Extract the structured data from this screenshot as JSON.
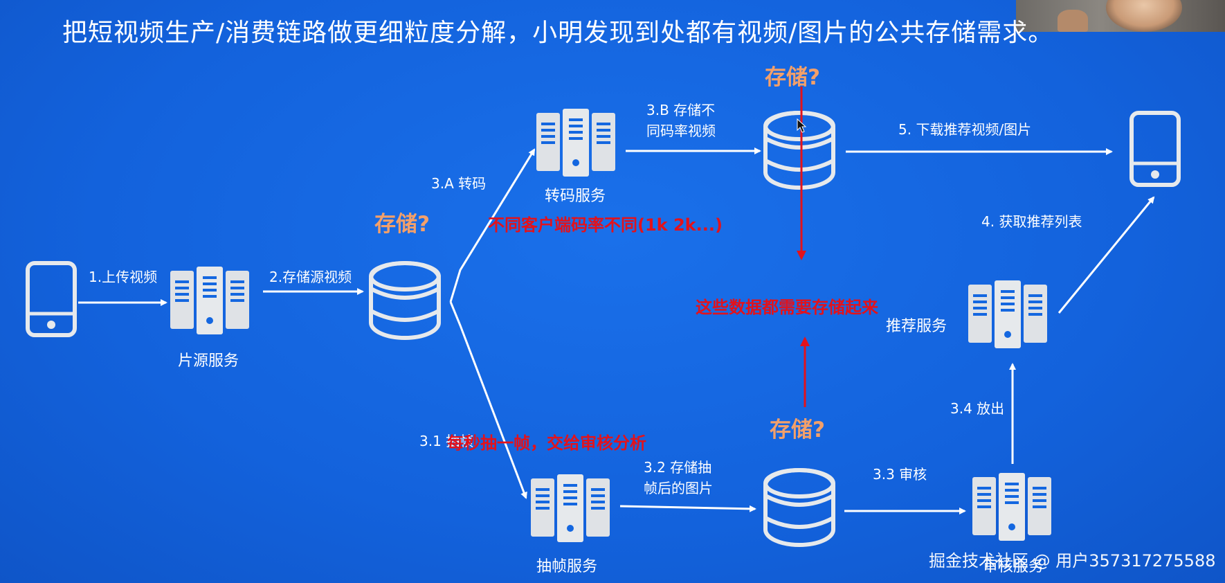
{
  "title": "把短视频生产/消费链路做更细粒度分解，小明发现到处都有视频/图片的公共存储需求。",
  "services": {
    "source": "片源服务",
    "transcode": "转码服务",
    "recommend": "推荐服务",
    "frame_extract": "抽帧服务",
    "review": "审核服务"
  },
  "edges": {
    "upload": "1.上传视频",
    "store_source": "2.存储源视频",
    "transcode": "3.A 转码",
    "store_bitrates_1": "3.B 存储不",
    "store_bitrates_2": "同码率视频",
    "download": "5. 下载推荐视频/图片",
    "get_list": "4. 获取推荐列表",
    "extract": "3.1 抽帧",
    "store_frames_1": "3.2 存储抽",
    "store_frames_2": "帧后的图片",
    "review": "3.3 审核",
    "release": "3.4 放出"
  },
  "storage_question": "存储?",
  "annotations": {
    "bitrates": "不同客户端码率不同(1k 2k...)",
    "store_all": "这些数据都需要存储起来",
    "frame_note": "每秒抽一帧，交给审核分析"
  },
  "watermark": "掘金技术社区 @ 用户357317275588",
  "colors": {
    "background": "#1467e0",
    "server": "#dfe2e6",
    "annotation_red": "#e3121b",
    "question_orange": "#f3a06a"
  }
}
